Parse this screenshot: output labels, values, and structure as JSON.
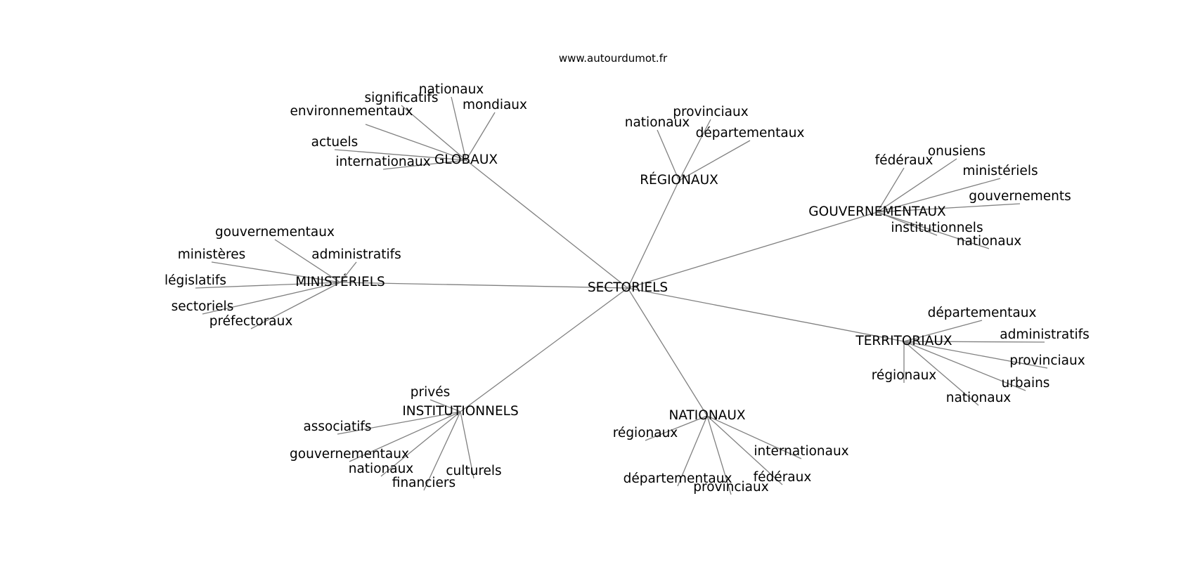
{
  "site": "www.autourdumot.fr",
  "colors": {
    "edge": "#808080",
    "text": "#000000",
    "background": "#ffffff"
  },
  "graph": {
    "root": {
      "id": "sectoriels",
      "label": "SECTORIELS"
    },
    "groups": [
      {
        "id": "globaux",
        "label": "GLOBAUX",
        "leaves": [
          "nationaux",
          "significatifs",
          "mondiaux",
          "environnementaux",
          "actuels",
          "internationaux"
        ]
      },
      {
        "id": "regionaux",
        "label": "RÉGIONAUX",
        "leaves": [
          "provinciaux",
          "nationaux",
          "départementaux"
        ]
      },
      {
        "id": "gouvernementaux",
        "label": "GOUVERNEMENTAUX",
        "leaves": [
          "onusiens",
          "fédéraux",
          "ministériels",
          "gouvernements",
          "institutionnels",
          "nationaux"
        ]
      },
      {
        "id": "ministeriels",
        "label": "MINISTÉRIELS",
        "leaves": [
          "gouvernementaux",
          "ministères",
          "administratifs",
          "législatifs",
          "sectoriels",
          "préfectoraux"
        ]
      },
      {
        "id": "territoriaux",
        "label": "TERRITORIAUX",
        "leaves": [
          "départementaux",
          "administratifs",
          "provinciaux",
          "régionaux",
          "urbains",
          "nationaux"
        ]
      },
      {
        "id": "institutionnels",
        "label": "INSTITUTIONNELS",
        "leaves": [
          "privés",
          "associatifs",
          "gouvernementaux",
          "nationaux",
          "culturels",
          "financiers"
        ]
      },
      {
        "id": "nationaux",
        "label": "NATIONAUX",
        "leaves": [
          "régionaux",
          "internationaux",
          "départementaux",
          "fédéraux",
          "provinciaux"
        ]
      }
    ]
  }
}
